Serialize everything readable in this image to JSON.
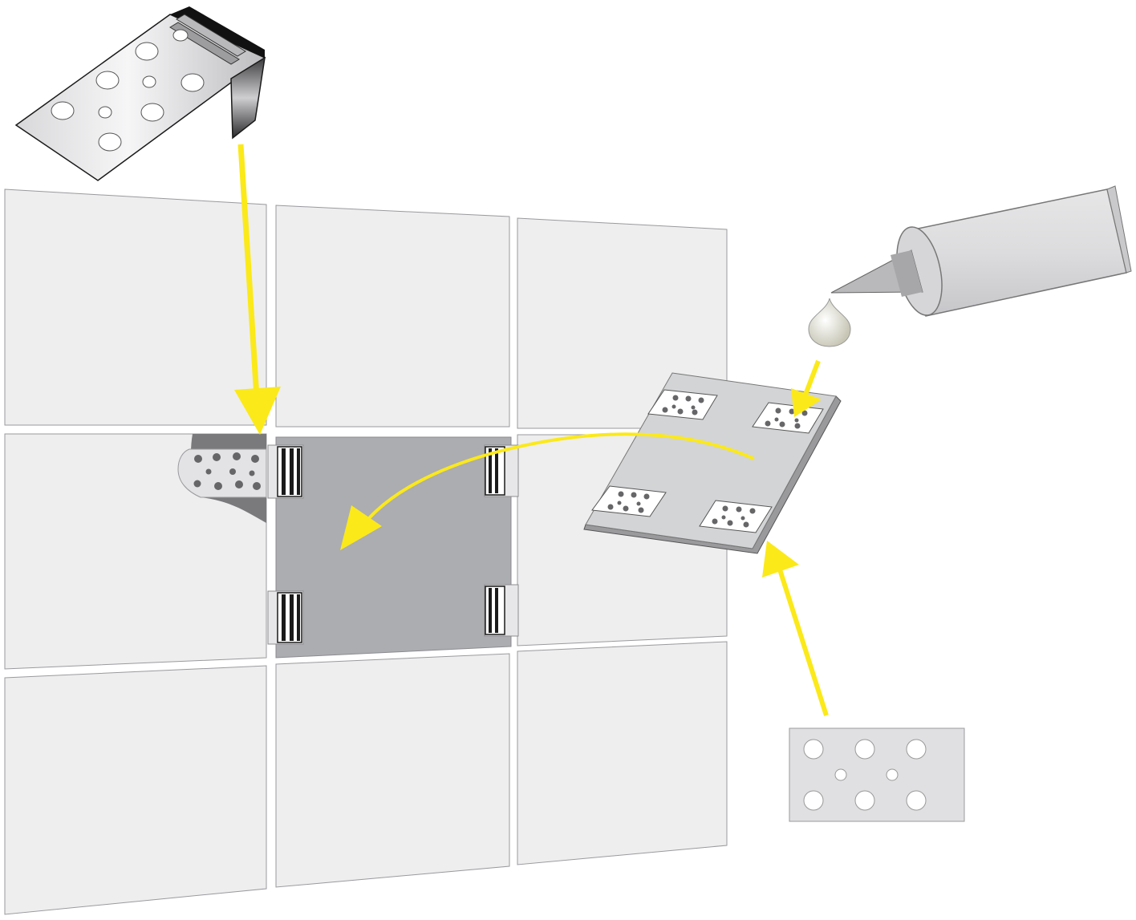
{
  "diagram": {
    "panels": [
      {
        "id": "r1c1"
      },
      {
        "id": "r1c2"
      },
      {
        "id": "r1c3"
      },
      {
        "id": "r2c1"
      },
      {
        "id": "r2c2",
        "state": "removed"
      },
      {
        "id": "r2c3"
      },
      {
        "id": "r3c1"
      },
      {
        "id": "r3c2"
      },
      {
        "id": "r3c3"
      }
    ],
    "parts": [
      {
        "name": "perforated-bracket-with-clip"
      },
      {
        "name": "adhesive-tube"
      },
      {
        "name": "replacement-panel"
      },
      {
        "name": "perforated-patch"
      }
    ],
    "arrows": [
      {
        "name": "bracket-to-gap-arrow"
      },
      {
        "name": "adhesive-to-patch-arrow"
      },
      {
        "name": "panel-to-opening-arrow"
      },
      {
        "name": "patch-to-panel-arrow"
      }
    ]
  },
  "colors": {
    "panel_fill": "#eeeeef",
    "panel_stroke": "#9a9a9e",
    "opening_fill": "#acadb0",
    "arrow": "#fbe91a",
    "clip_stripe": "#1a1a1a",
    "hole_dark": "#666668"
  }
}
